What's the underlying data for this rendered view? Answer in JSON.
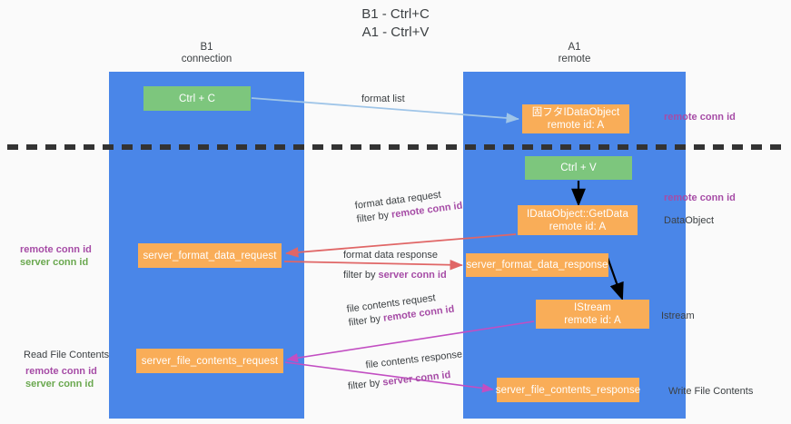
{
  "title": "B1 - Ctrl+C\nA1 - Ctrl+V",
  "columns": {
    "left": {
      "name": "B1",
      "role": "connection",
      "header": "B1\nconnection",
      "color": "#4a86e8"
    },
    "right": {
      "name": "A1",
      "role": "remote",
      "header": "A1\nremote",
      "color": "#4a86e8"
    }
  },
  "colors": {
    "lane": "#4a86e8",
    "green_node": "#7dc67d",
    "orange_node": "#f9ad58",
    "purple_text": "#a64ca6",
    "green_text": "#6aa84f",
    "red_arrow": "#e06666",
    "magenta_arrow": "#c24ec2",
    "blue_arrow": "#9fc5e8",
    "black_arrow": "#000000",
    "divider": "#333333"
  },
  "nodes": {
    "ctrl_c": "Ctrl + C",
    "idataobject": "固フタIDataObject\nremote id: A",
    "ctrl_v": "Ctrl + V",
    "getdata": "IDataObject::GetData\nremote id: A",
    "server_format_data_request": "server_format_data_request",
    "server_format_data_response": "server_format_data_response",
    "istream": "IStream\nremote id: A",
    "server_file_contents_request": "server_file_contents_request",
    "server_file_contents_response": "server_file_contents_response"
  },
  "annotations": {
    "remote_conn_id": "remote conn id",
    "server_conn_id": "server conn id",
    "dataobject": "DataObject",
    "istream": "Istream",
    "write_file_contents": "Write File Contents",
    "read_file_contents": "Read File Contents"
  },
  "edges": {
    "format_list": "format list",
    "format_data_request": "format data request",
    "format_data_request_filter_prefix": "filter by ",
    "format_data_request_filter_key": "remote conn id",
    "format_data_response": "format data response",
    "format_data_response_filter_prefix": "filter by ",
    "format_data_response_filter_key": "server conn id",
    "file_contents_request": "file contents request",
    "file_contents_request_filter_prefix": "filter by ",
    "file_contents_request_filter_key": "remote conn id",
    "file_contents_response": "file contents response",
    "file_contents_response_filter_prefix": "filter by ",
    "file_contents_response_filter_key": "server conn id"
  }
}
